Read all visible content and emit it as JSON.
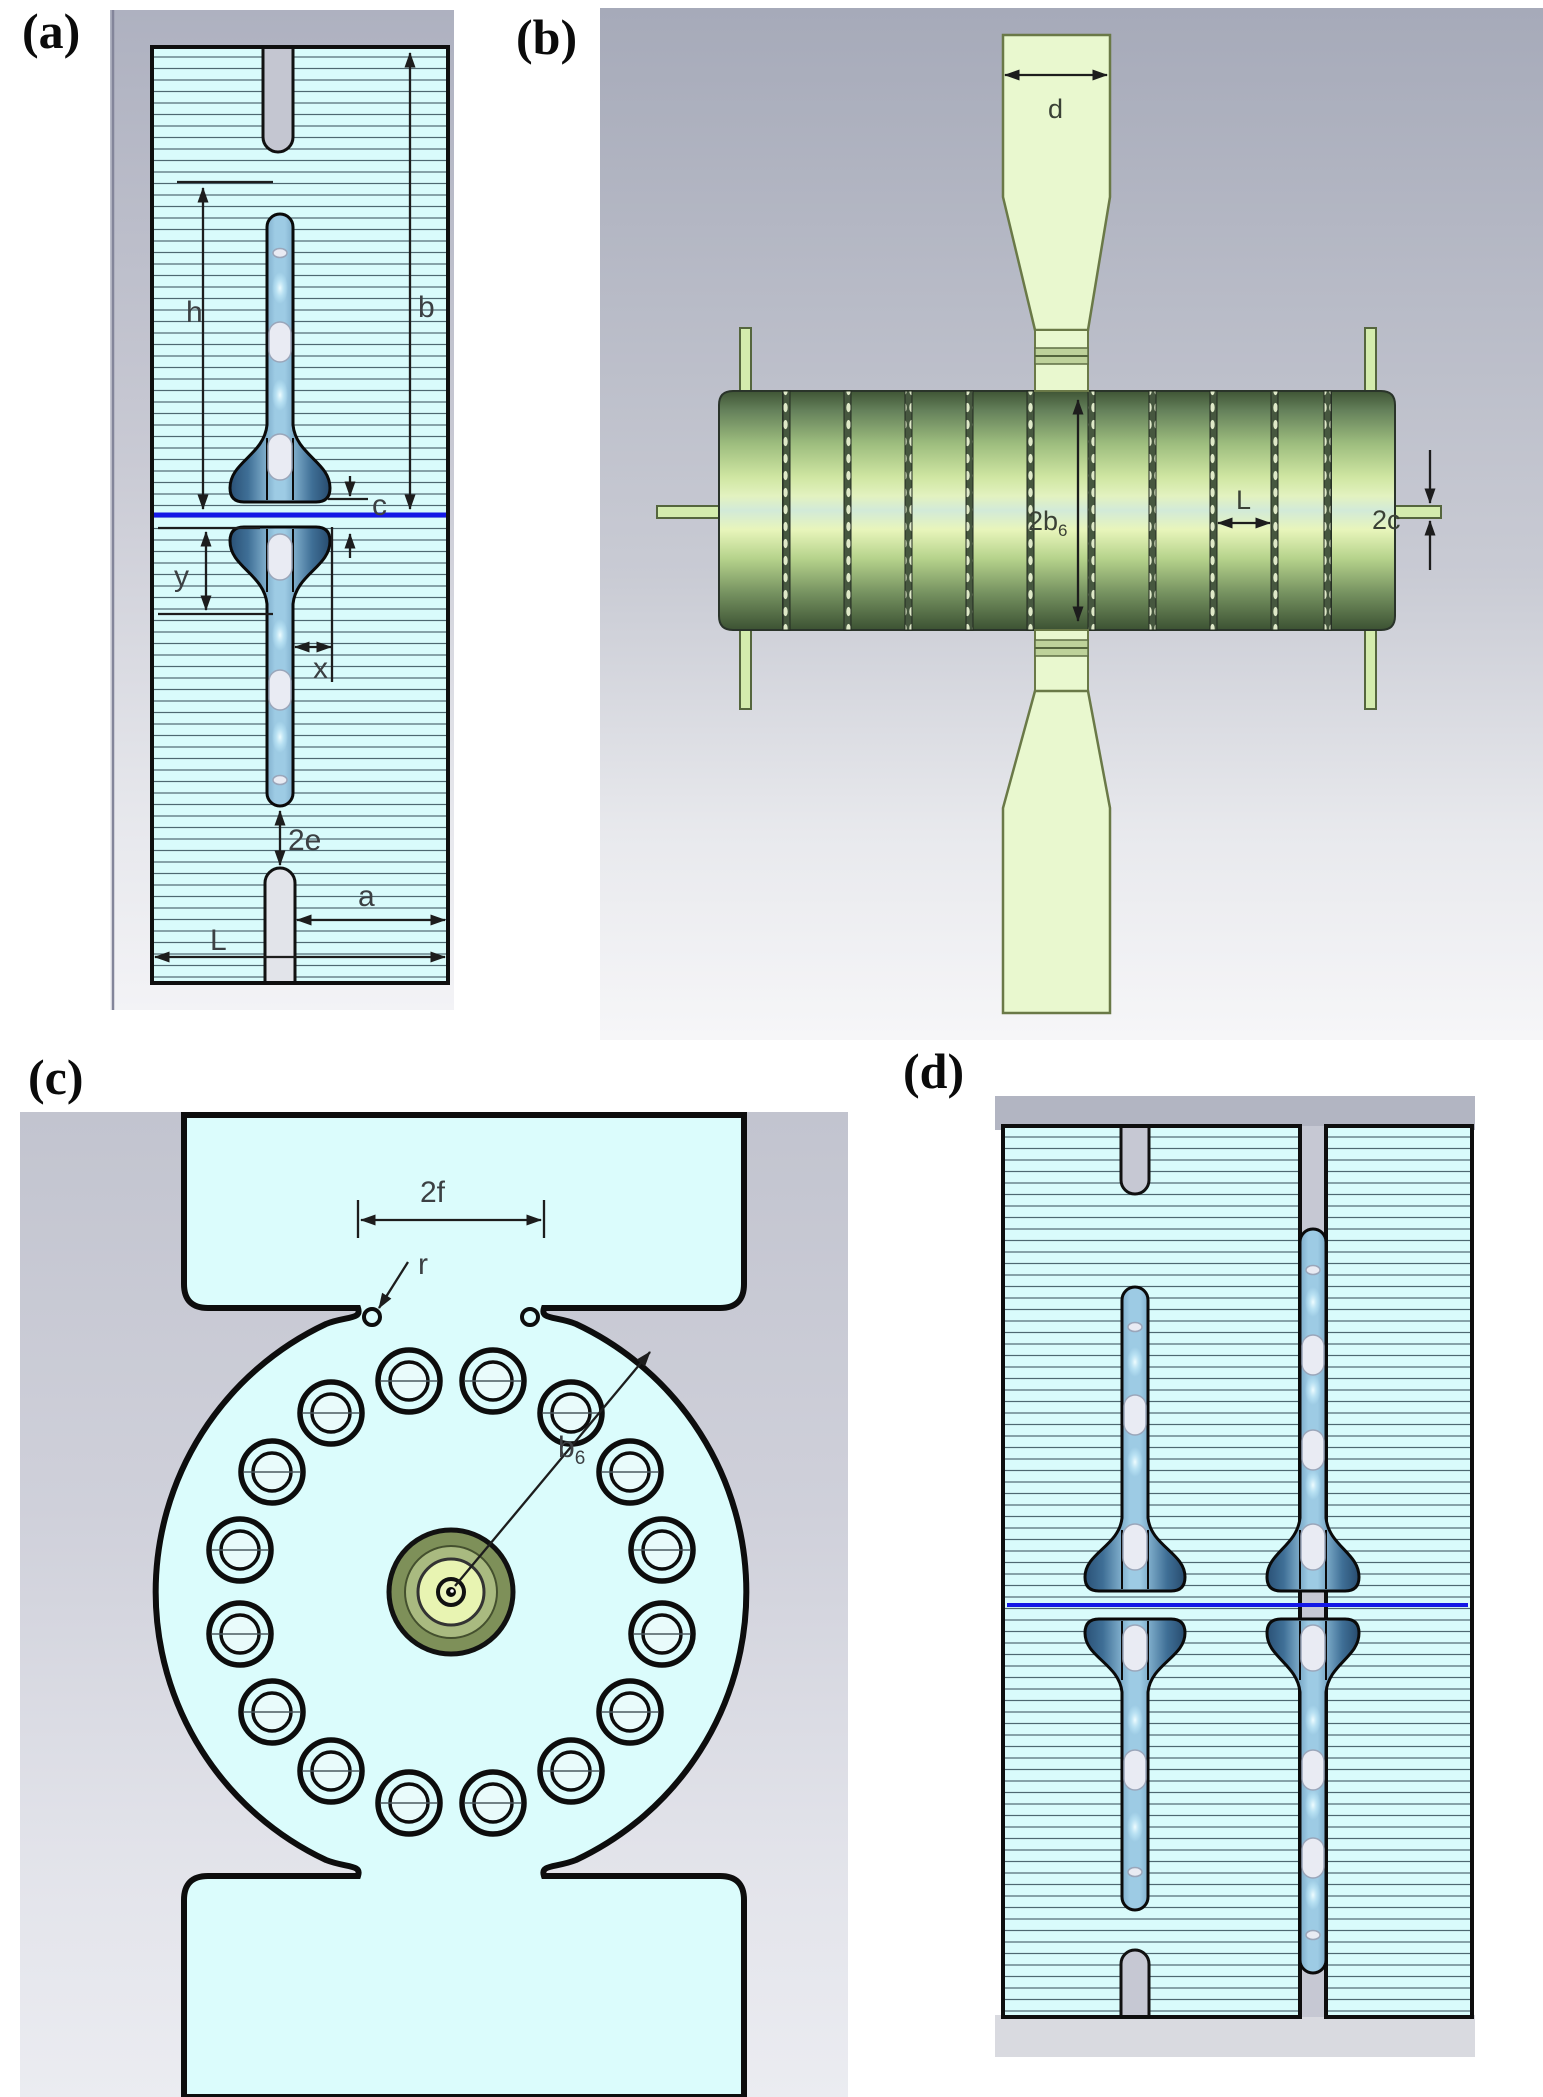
{
  "panels": {
    "a": {
      "label": "(a)"
    },
    "b": {
      "label": "(b)"
    },
    "c": {
      "label": "(c)"
    },
    "d": {
      "label": "(d)"
    }
  },
  "dims": {
    "a": {
      "h": "h",
      "b": "b",
      "c": "c",
      "y": "y",
      "x": "x",
      "e2": "2e",
      "a": "a",
      "L": "L"
    },
    "b": {
      "d": "d",
      "b2_base": "2b",
      "b2_sub": "6",
      "L": "L",
      "c2": "2c"
    },
    "c": {
      "f2": "2f",
      "r": "r",
      "b6_base": "b",
      "b6_sub": "6"
    }
  },
  "colors": {
    "cavity_fill": "#d9fbfb",
    "beam_axis_line": "#1418e6",
    "metal_green": "#b8d18f",
    "waveguide_green": "#e9f8cf",
    "label_text": "#3c4043"
  }
}
